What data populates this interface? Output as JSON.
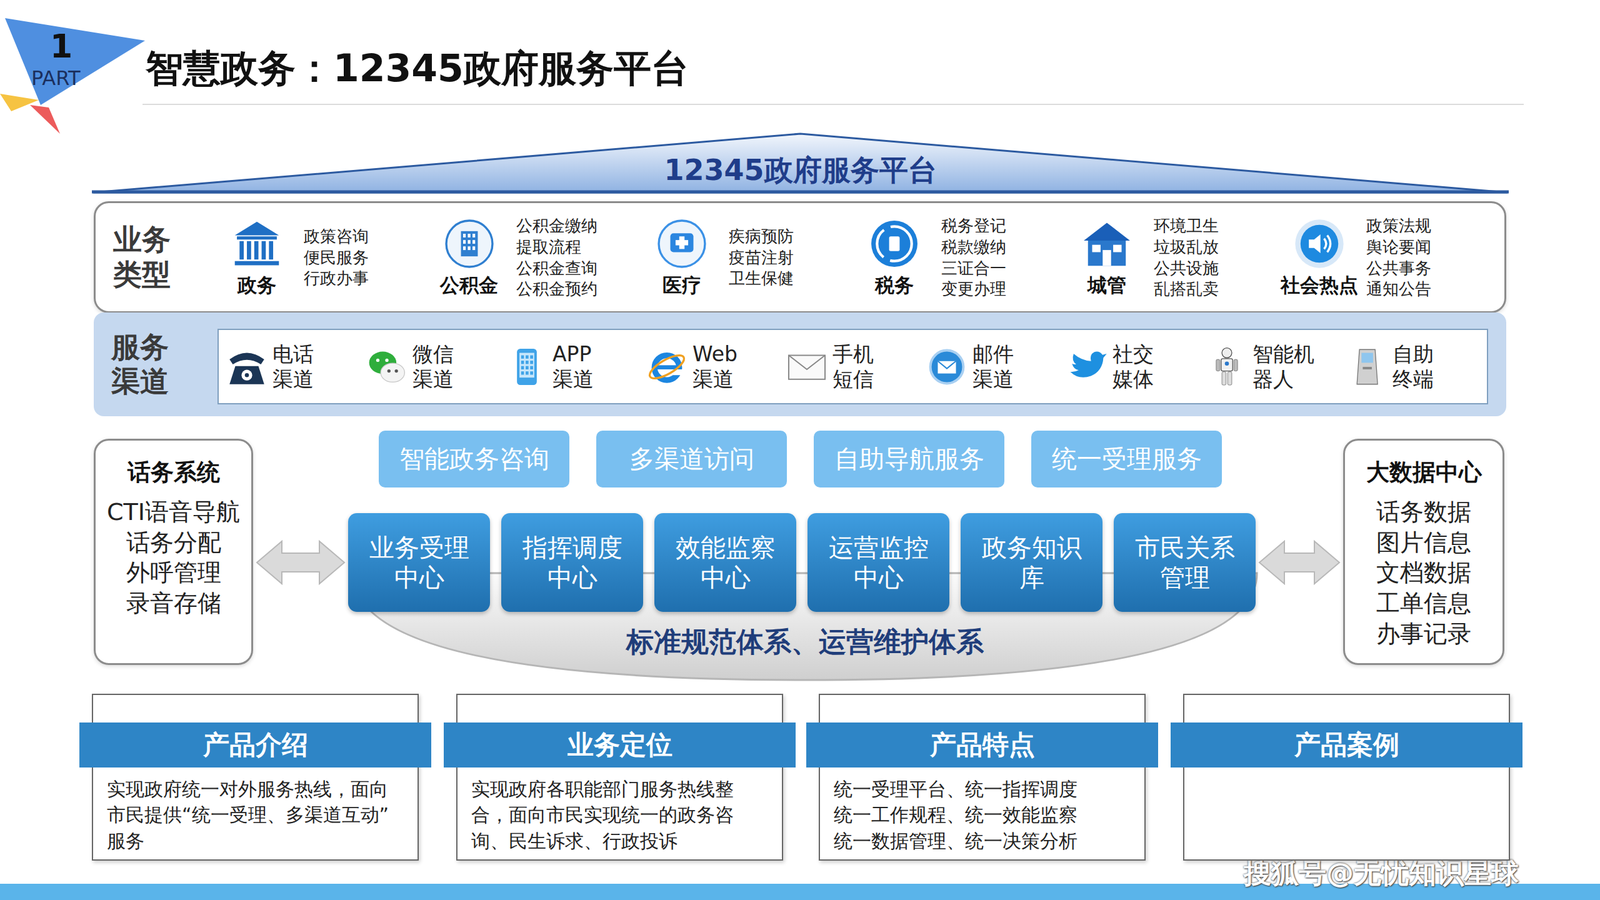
{
  "diagram": {
    "title": "智慧政务：12345政府服务平台",
    "nodes": [
      {
        "text": [
          "12345政府服务平台"
        ]
      },
      {
        "text": [
          "业务 类型"
        ]
      },
      {
        "text": [
          "政务",
          "政策咨询 便民服务 行政办事"
        ],
        "in": 1
      },
      {
        "text": [
          "公积金",
          "公积金缴纳 提取流程 公积金查询 公积金预约"
        ],
        "in": 1
      },
      {
        "text": [
          "医疗",
          "疾病预防 疫苗注射 卫生保健"
        ],
        "in": 1
      },
      {
        "text": [
          "税务",
          "税务登记 税款缴纳 三证合一 变更办理"
        ],
        "in": 1
      },
      {
        "text": [
          "城管",
          "环境卫生 垃圾乱放 公共设施 乱搭乱卖"
        ],
        "in": 1
      },
      {
        "text": [
          "社会热点",
          "政策法规 舆论要闻 公共事务 通知公告"
        ],
        "in": 1
      },
      {
        "text": [
          "服务 渠道"
        ]
      },
      {
        "text": [
          "电话 渠道"
        ],
        "in": 8
      },
      {
        "text": [
          "微信 渠道"
        ],
        "in": 8
      },
      {
        "text": [
          "APP 渠道"
        ],
        "in": 8
      },
      {
        "text": [
          "Web 渠道"
        ],
        "in": 8
      },
      {
        "text": [
          "手机 短信"
        ],
        "in": 8
      },
      {
        "text": [
          "邮件 渠道"
        ],
        "in": 8
      },
      {
        "text": [
          "社交 媒体"
        ],
        "in": 8
      },
      {
        "text": [
          "智能机 器人"
        ],
        "in": 8
      },
      {
        "text": [
          "自助 终端"
        ],
        "in": 8
      },
      {
        "text": [
          "话务系统",
          "CTI语音导航 话务分配 外呼管理 录音存储"
        ]
      },
      {
        "text": [
          "智能政务咨询"
        ]
      },
      {
        "text": [
          "多渠道访问"
        ]
      },
      {
        "text": [
          "自助导航服务"
        ]
      },
      {
        "text": [
          "统一受理服务"
        ]
      },
      {
        "text": [
          "业务受理 中心"
        ]
      },
      {
        "text": [
          "指挥调度 中心"
        ]
      },
      {
        "text": [
          "效能监察 中心"
        ]
      },
      {
        "text": [
          "运营监控 中心"
        ]
      },
      {
        "text": [
          "政务知识 库"
        ]
      },
      {
        "text": [
          "市民关系 管理"
        ]
      },
      {
        "text": [
          "标准规范体系、运营维护体系"
        ]
      },
      {
        "text": [
          "大数据中心",
          "话务数据 图片信息 文档数据 工单信息 办事记录"
        ]
      },
      {
        "text": [
          "产品介绍",
          "实现政府统一对外服务热线，面向市民提供“统一受理、多渠道互动”服务"
        ]
      },
      {
        "text": [
          "业务定位",
          "实现政府各职能部门服务热线整合，面向市民实现统一的政务咨询、民生诉求、行政投诉"
        ]
      },
      {
        "text": [
          "产品特点",
          "统一受理平台、统一指挥调度 统一工作规程、统一效能监察 统一数据管理、统一决策分析"
        ]
      },
      {
        "text": [
          "产品案例"
        ]
      }
    ],
    "edges": [
      {
        "from": 18,
        "to": 23,
        "arrow": "both"
      },
      {
        "from": 28,
        "to": 30,
        "arrow": "both"
      }
    ],
    "labels": [
      "1",
      "PART",
      "搜狐号@无忧知识星球"
    ]
  }
}
